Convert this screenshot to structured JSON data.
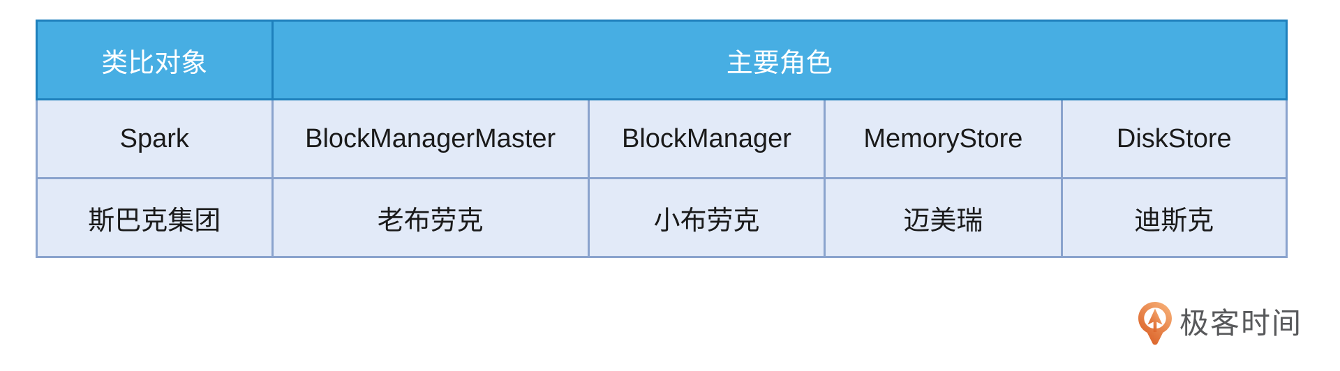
{
  "chart_data": {
    "type": "table",
    "title": "",
    "columns": [
      "类比对象",
      "主要角色",
      "主要角色",
      "主要角色",
      "主要角色"
    ],
    "header": {
      "analogy_label": "类比对象",
      "roles_label": "主要角色",
      "roles_colspan": 4
    },
    "rows": [
      [
        "Spark",
        "BlockManagerMaster",
        "BlockManager",
        "MemoryStore",
        "DiskStore"
      ],
      [
        "斯巴克集团",
        "老布劳克",
        "小布劳克",
        "迈美瑞",
        "迪斯克"
      ]
    ]
  },
  "table": {
    "header": {
      "analogy_label": "类比对象",
      "roles_label": "主要角色"
    },
    "rows": [
      {
        "cells": [
          "Spark",
          "BlockManagerMaster",
          "BlockManager",
          "MemoryStore",
          "DiskStore"
        ]
      },
      {
        "cells": [
          "斯巴克集团",
          "老布劳克",
          "小布劳克",
          "迈美瑞",
          "迪斯克"
        ]
      }
    ]
  },
  "branding": {
    "logo_text": "极客时间"
  },
  "colors": {
    "header_bg": "#47AEE3",
    "header_border": "#1E80BC",
    "header_text": "#FFFFFF",
    "cell_bg": "#E2EAF8",
    "cell_border": "#8AA3CD",
    "cell_text": "#1A1A1A",
    "logo_text": "#58595B",
    "logo_orange_light": "#F7B077",
    "logo_orange_dark": "#D85A20"
  }
}
